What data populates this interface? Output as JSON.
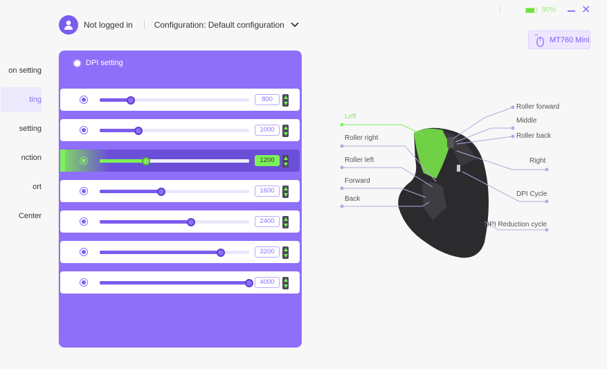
{
  "header": {
    "login_status": "Not logged in",
    "configuration": "Configuration: Default configuration"
  },
  "window": {
    "battery": "90%",
    "device": "MT760 Mini"
  },
  "sidebar": {
    "items": [
      {
        "label": "on setting"
      },
      {
        "label": "ting",
        "active": true
      },
      {
        "label": " setting"
      },
      {
        "label": "nction"
      },
      {
        "label": "ort"
      },
      {
        "label": "Center"
      }
    ]
  },
  "dpi": {
    "title": "DPI setting",
    "levels": [
      {
        "value": "800",
        "fraction": 0.21
      },
      {
        "value": "1000",
        "fraction": 0.26
      },
      {
        "value": "1200",
        "fraction": 0.31,
        "active": true
      },
      {
        "value": "1600",
        "fraction": 0.41
      },
      {
        "value": "2400",
        "fraction": 0.61
      },
      {
        "value": "3200",
        "fraction": 0.81
      },
      {
        "value": "4000",
        "fraction": 1.0
      }
    ]
  },
  "buttons": {
    "left": "Left",
    "roller_right": "Roller right",
    "roller_left": "Roller left",
    "forward": "Forward",
    "back": "Back",
    "roller_forward": "Roller forward",
    "middle": "Middle",
    "roller_back": "Roller back",
    "right": "Right",
    "dpi_cycle": "DPI Cycle",
    "dpi_reduction": "DPI Reduction cycle"
  },
  "colors": {
    "accent": "#8e6ff9",
    "active": "#7cf25a"
  }
}
